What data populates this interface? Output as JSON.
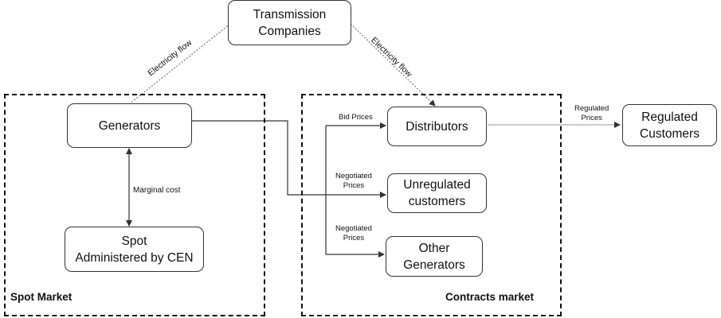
{
  "regions": {
    "spot_market": "Spot Market",
    "contracts_market": "Contracts market"
  },
  "nodes": {
    "transmission": [
      "Transmission",
      "Companies"
    ],
    "generators": "Generators",
    "spot": [
      "Spot",
      "Administered by CEN"
    ],
    "distributors": "Distributors",
    "unregulated": [
      "Unregulated",
      "customers"
    ],
    "other_generators": [
      "Other",
      "Generators"
    ],
    "regulated": [
      "Regulated",
      "Customers"
    ]
  },
  "edge_labels": {
    "electricity_flow_left": "Electricity flow",
    "electricity_flow_right": "Electricity flow",
    "marginal_cost": "Marginal cost",
    "bid_prices": "Bid Prices",
    "negotiated_prices_1": [
      "Negotiated",
      "Prices"
    ],
    "negotiated_prices_2": [
      "Negotiated",
      "Prices"
    ],
    "regulated_prices": [
      "Regulated",
      "Prices"
    ]
  }
}
